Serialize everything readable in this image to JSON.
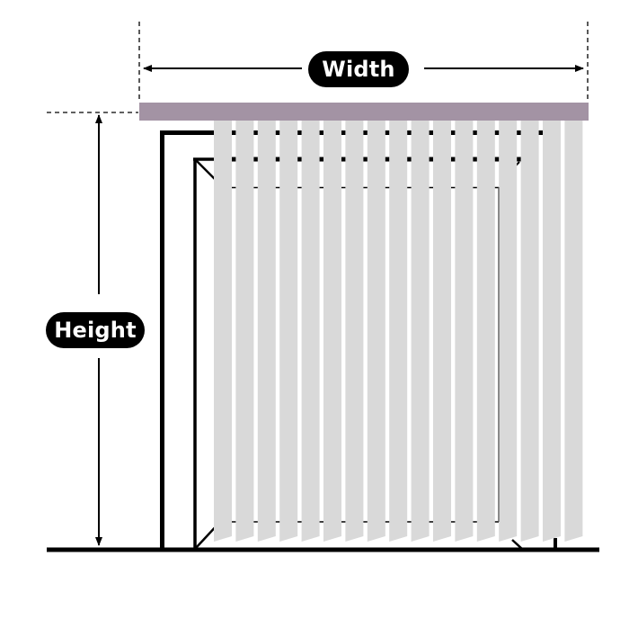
{
  "diagram": {
    "subject": "vertical-blinds-measurement-guide",
    "labels": {
      "width": "Width",
      "height": "Height"
    },
    "colors": {
      "headrail": "#a393a4",
      "slat": "#d9d9d9",
      "line": "#000000",
      "label_bg": "#000000",
      "label_text": "#ffffff",
      "background": "#ffffff"
    },
    "slat_count": 17
  }
}
